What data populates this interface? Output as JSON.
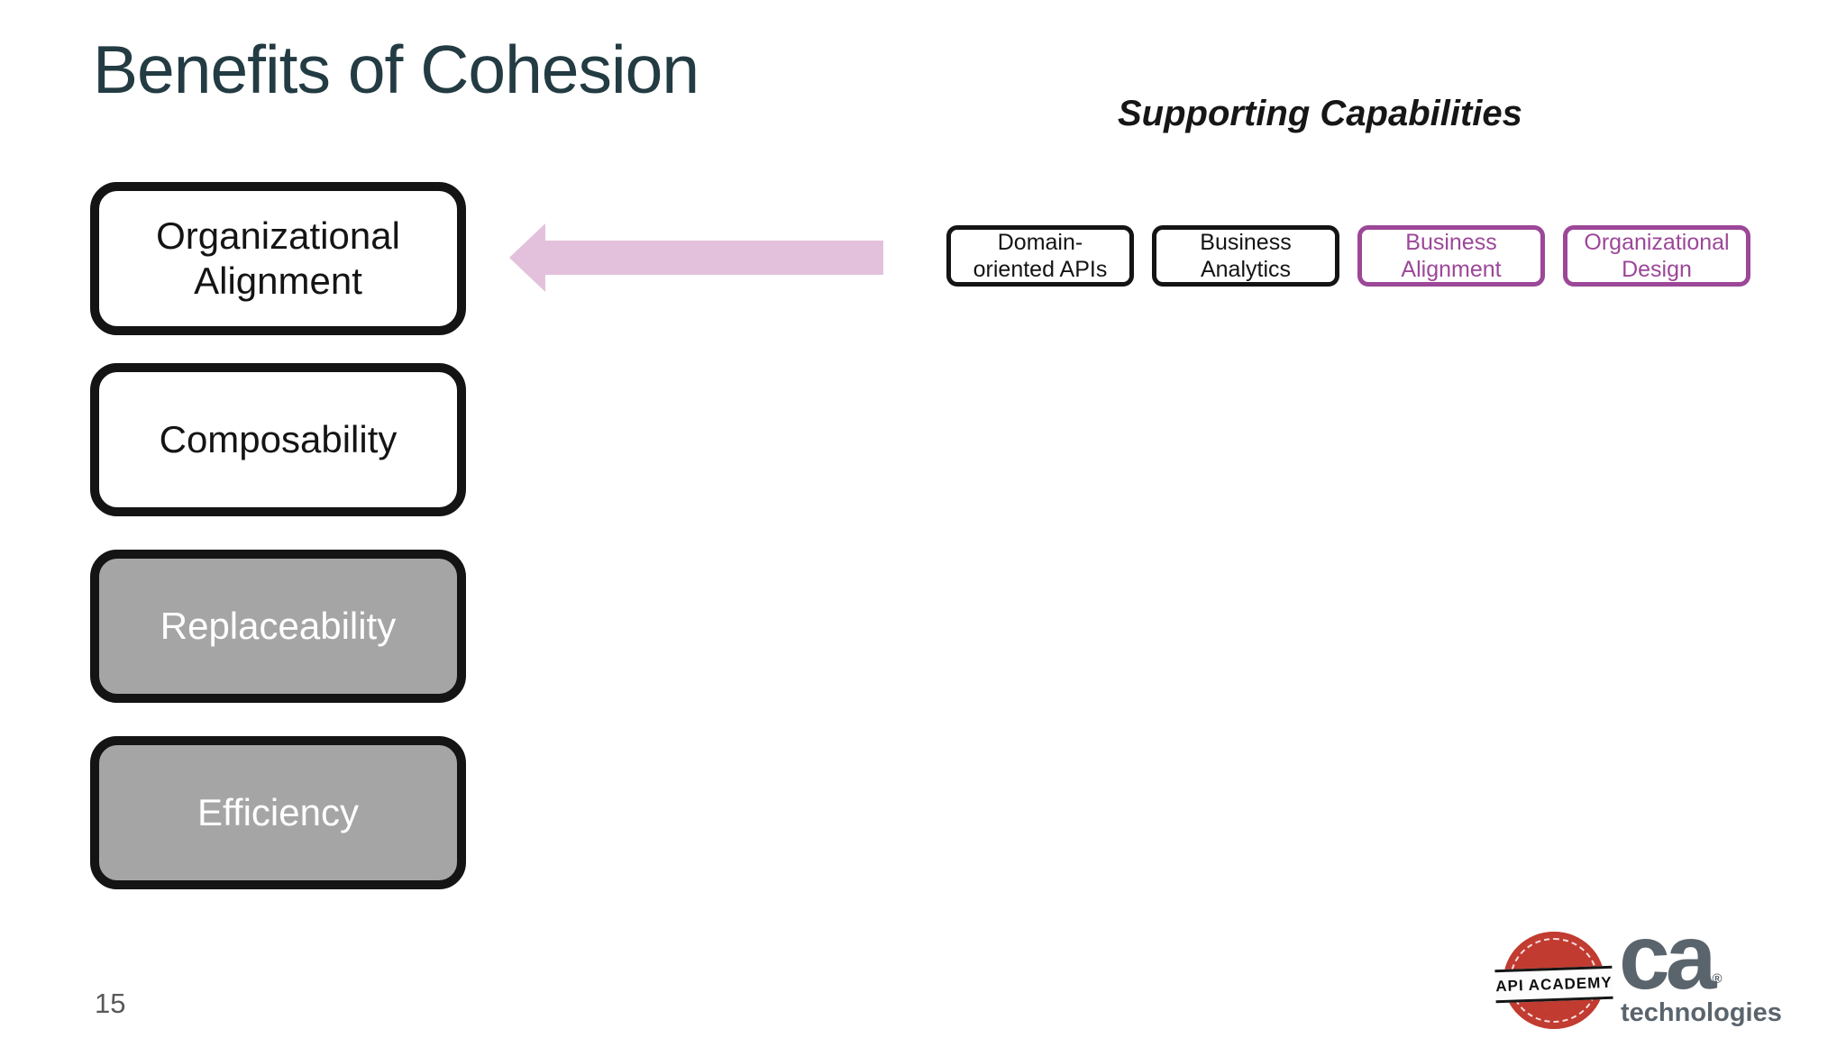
{
  "colors": {
    "ink": "#141414",
    "title_color": "#233b42",
    "accent_purple": "#9c4798",
    "accent_pink": "#e3c1dc",
    "box_gray": "#a5a5a5",
    "page_gray": "#595959",
    "badge_red": "#c23b30",
    "ca_gray": "#5a646c"
  },
  "slide": {
    "title": "Benefits of Cohesion",
    "page_number": "15"
  },
  "benefits": {
    "boxes": [
      {
        "label": "Organizational\nAlignment",
        "style": "white"
      },
      {
        "label": "Composability",
        "style": "white"
      },
      {
        "label": "Replaceability",
        "style": "gray"
      },
      {
        "label": "Efficiency",
        "style": "gray"
      }
    ]
  },
  "capabilities": {
    "heading": "Supporting Capabilities",
    "boxes": [
      {
        "label": "Domain-\noriented APIs",
        "style": "black"
      },
      {
        "label": "Business\nAnalytics",
        "style": "black"
      },
      {
        "label": "Business\nAlignment",
        "style": "purple"
      },
      {
        "label": "Organizational\nDesign",
        "style": "purple"
      }
    ]
  },
  "logos": {
    "api_academy": "API ACADEMY",
    "ca_wordmark": "ca",
    "ca_registered": "®",
    "ca_subtext": "technologies"
  }
}
